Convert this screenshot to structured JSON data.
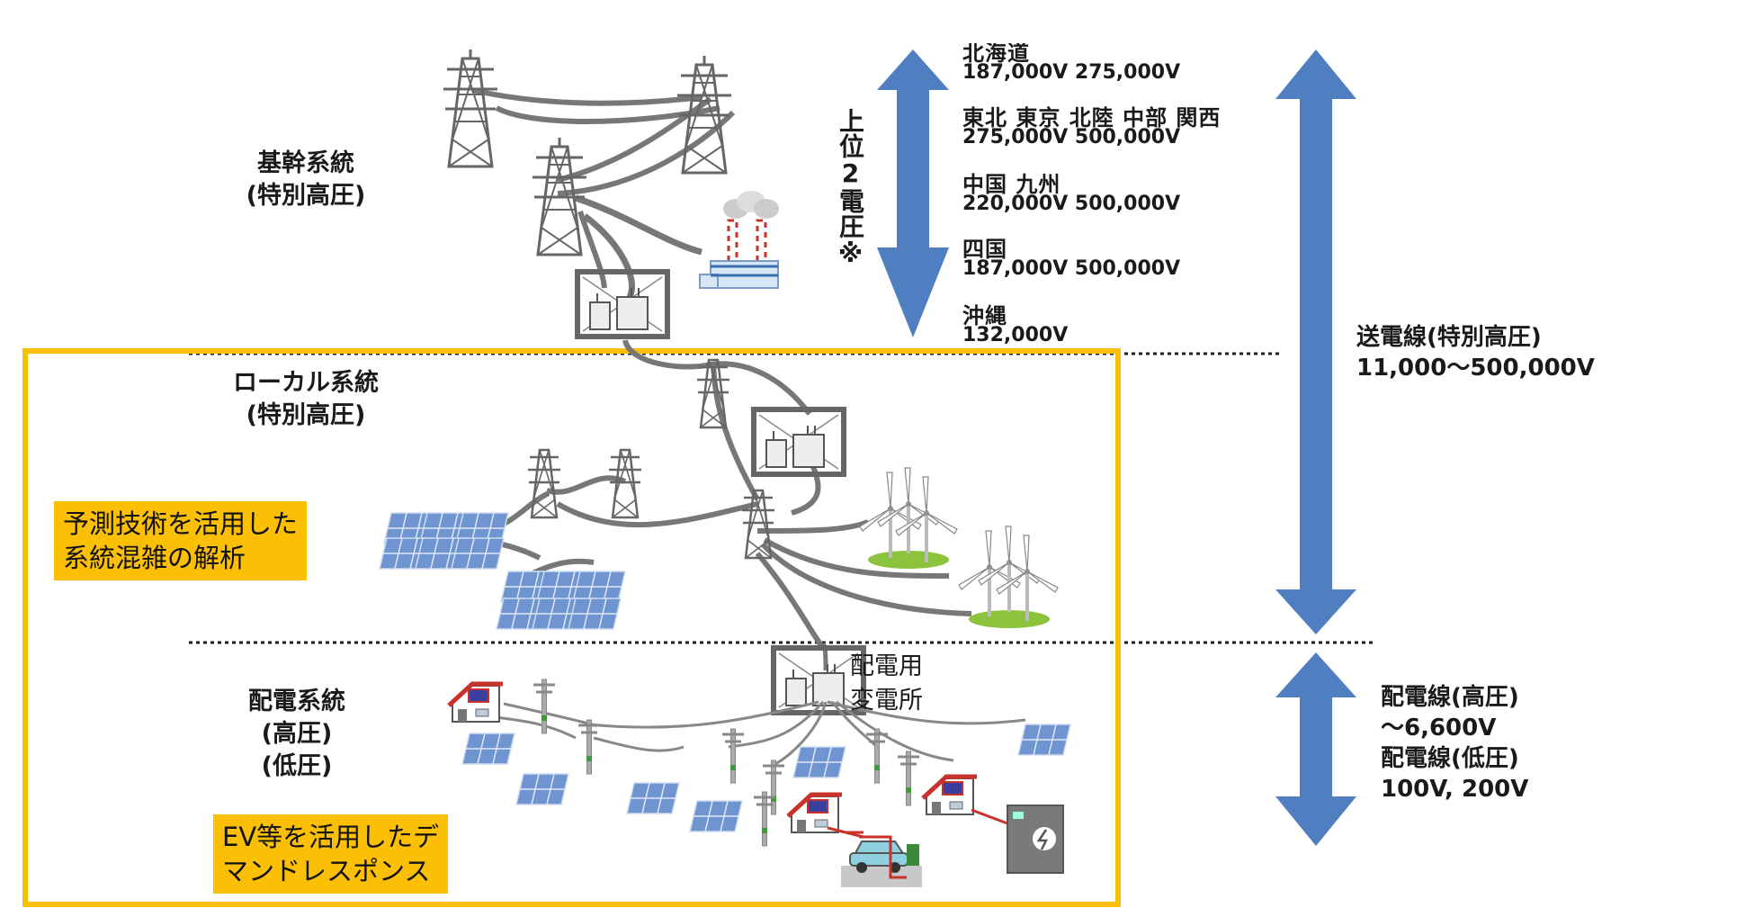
{
  "regions": {
    "trunk": {
      "name": "基幹系統",
      "sub": "(特別高圧)"
    },
    "local": {
      "name": "ローカル系統",
      "sub": "(特別高圧)"
    },
    "distribution": {
      "name": "配電系統",
      "sub1": "(高圧)",
      "sub2": "(低圧)"
    }
  },
  "upper_two": "上位2電圧※",
  "voltages": [
    {
      "area": "北海道",
      "values": "187,000V  275,000V"
    },
    {
      "area": "東北  東京  北陸  中部  関西",
      "values": "275,000V  500,000V"
    },
    {
      "area": "中国  九州",
      "values": "220,000V  500,000V"
    },
    {
      "area": "四国",
      "values": "187,000V  500,000V"
    },
    {
      "area": "沖縄",
      "values": "132,000V"
    }
  ],
  "transmission": {
    "title": "送電線(特別高圧)",
    "range": "11,000〜500,000V"
  },
  "distribution_lines": {
    "high_title": "配電線(高圧)",
    "high_range": "〜6,600V",
    "low_title": "配電線(低圧)",
    "low_range": "100V, 200V"
  },
  "substation": {
    "line1": "配電用",
    "line2": "変電所"
  },
  "callouts": {
    "forecast_line1": "予測技術を活用した",
    "forecast_line2": "系統混雑の解析",
    "ev_line1": "EV等を活用したデ",
    "ev_line2": "マンドレスポンス"
  },
  "colors": {
    "arrow": "#4f7fc0",
    "highlight_box": "#fbbf05",
    "tower": "#6b6b6b",
    "line": "#7a7a7a",
    "solar": "#6f95d0"
  }
}
